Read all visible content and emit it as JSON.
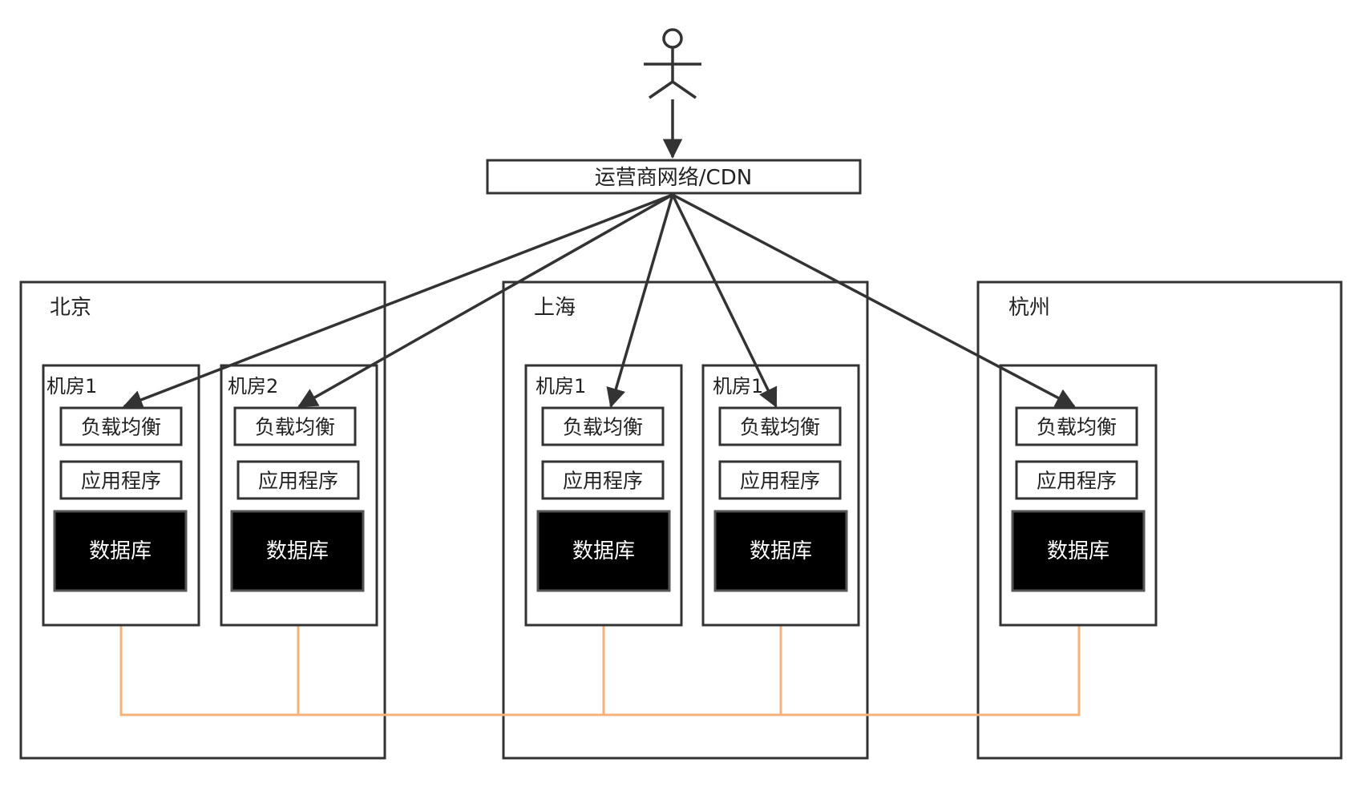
{
  "cdn": {
    "label": "运营商网络/CDN"
  },
  "regions": {
    "beijing": {
      "label": "北京"
    },
    "shanghai": {
      "label": "上海"
    },
    "hangzhou": {
      "label": "杭州"
    }
  },
  "rooms": [
    {
      "label": "机房1",
      "lb": "负载均衡",
      "app": "应用程序",
      "db": "数据库"
    },
    {
      "label": "机房2",
      "lb": "负载均衡",
      "app": "应用程序",
      "db": "数据库"
    },
    {
      "label": "机房1",
      "lb": "负载均衡",
      "app": "应用程序",
      "db": "数据库"
    },
    {
      "label": "机房1",
      "lb": "负载均衡",
      "app": "应用程序",
      "db": "数据库"
    },
    {
      "label": "",
      "lb": "负载均衡",
      "app": "应用程序",
      "db": "数据库"
    }
  ],
  "colors": {
    "sync_line": "#f6b27a",
    "database_fill": "#000000",
    "stroke": "#333333"
  },
  "icons": {
    "user": "stick-figure-user-icon"
  }
}
